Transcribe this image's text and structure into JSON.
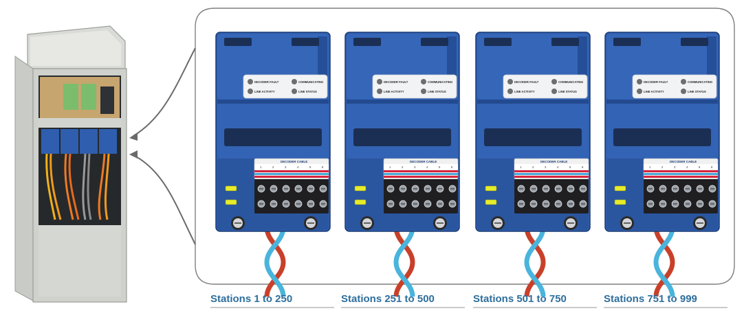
{
  "decoder_panel": {
    "indicators": {
      "decoder_fault": "DECODER FAULT",
      "communicating": "COMMUNICATING",
      "line_activity": "LINE ACTIVITY",
      "line_status": "LINE STATUS"
    },
    "cable_title": "DECODER CABLE",
    "terminals": [
      "1",
      "2",
      "3",
      "4",
      "5",
      "6"
    ]
  },
  "captions": [
    "Stations 1 to 250",
    "Stations 251 to 500",
    "Stations 501 to 750",
    "Stations 751 to 999"
  ],
  "colors": {
    "module_blue": "#2f5eae",
    "module_dark": "#1f417f",
    "wire_red": "#c8402a",
    "wire_blue": "#49b4dc",
    "caption_text": "#2d6e9c",
    "led_yellow": "#e6ec2a"
  }
}
